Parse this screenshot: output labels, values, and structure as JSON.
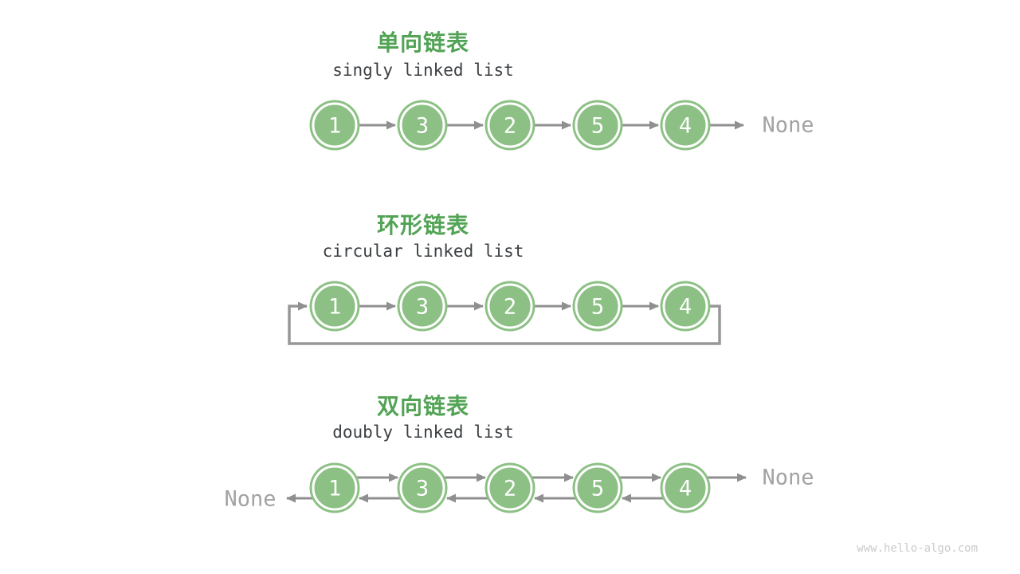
{
  "page": {
    "watermark": "www.hello-algo.com"
  },
  "colors": {
    "background": "#ffffff",
    "node_green": "#8cc084",
    "node_ring_white": "#ffffff",
    "node_text_white": "#ffffff",
    "title_green": "#52a355",
    "subtitle_dark": "#3c4043",
    "arrow_gray": "#8f8f8f",
    "loop_gray": "#979797",
    "none_gray": "#a3a3a3",
    "watermark_gray": "#cbcbcb"
  },
  "lists": [
    {
      "id": "singly",
      "title": "单向链表",
      "subtitle": "singly linked list",
      "nodes": [
        "1",
        "3",
        "2",
        "5",
        "4"
      ],
      "tail_label": "None"
    },
    {
      "id": "circular",
      "title": "环形链表",
      "subtitle": "circular linked list",
      "nodes": [
        "1",
        "3",
        "2",
        "5",
        "4"
      ]
    },
    {
      "id": "doubly",
      "title": "双向链表",
      "subtitle": "doubly linked list",
      "nodes": [
        "1",
        "3",
        "2",
        "5",
        "4"
      ],
      "head_label": "None",
      "tail_label": "None"
    }
  ]
}
